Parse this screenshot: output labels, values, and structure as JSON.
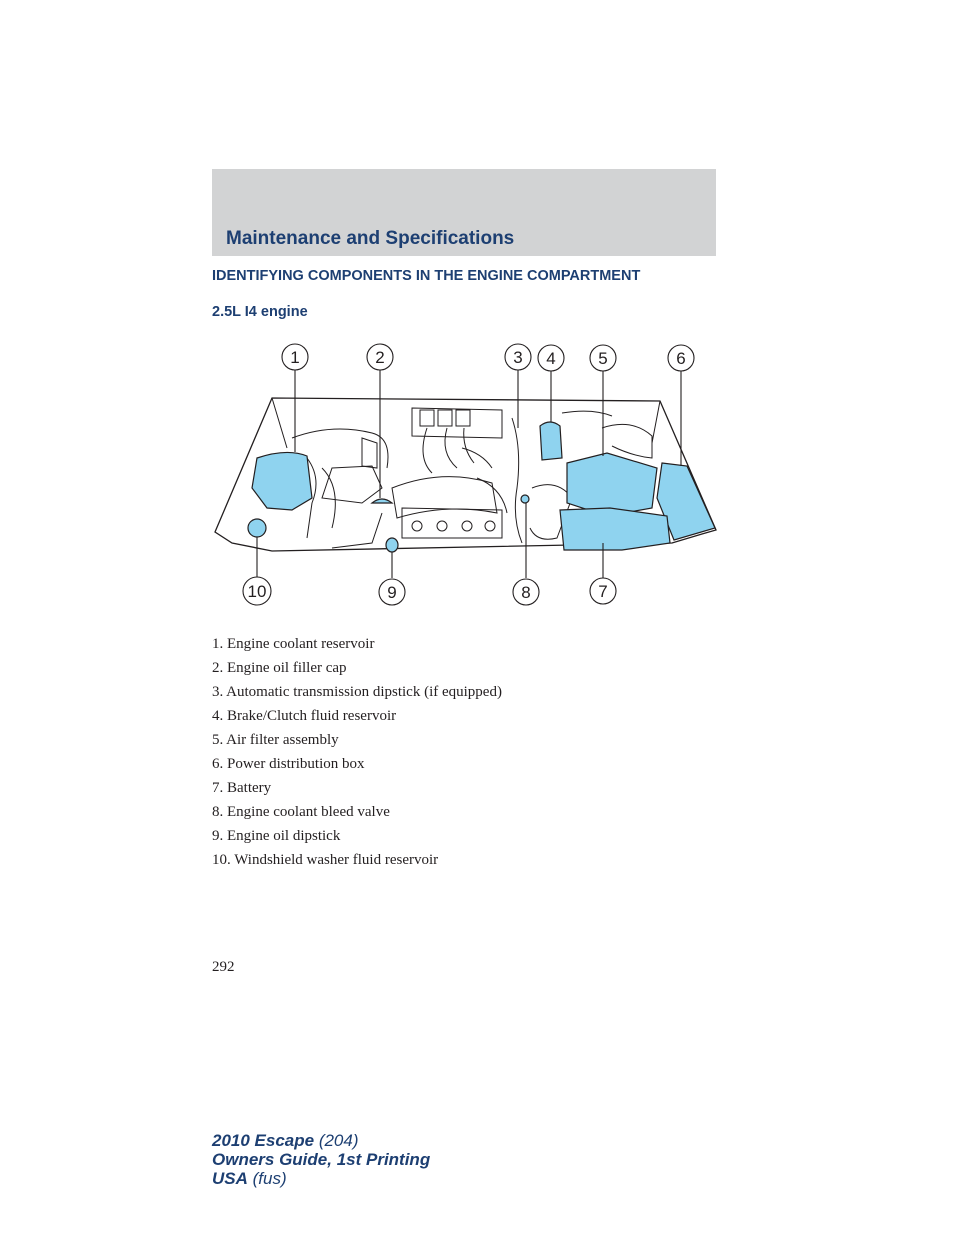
{
  "section_title": "Maintenance and Specifications",
  "heading": "IDENTIFYING COMPONENTS IN THE ENGINE COMPARTMENT",
  "subheading": "2.5L I4 engine",
  "diagram": {
    "callouts": [
      "1",
      "2",
      "3",
      "4",
      "5",
      "6",
      "7",
      "8",
      "9",
      "10"
    ]
  },
  "legend": [
    "1. Engine coolant reservoir",
    "2. Engine oil filler cap",
    "3. Automatic transmission dipstick (if equipped)",
    "4. Brake/Clutch fluid reservoir",
    "5. Air filter assembly",
    "6. Power distribution box",
    "7. Battery",
    "8. Engine coolant bleed valve",
    "9. Engine oil dipstick",
    "10. Windshield washer fluid reservoir"
  ],
  "page_number": "292",
  "footer": {
    "line1_bold": "2010 Escape",
    "line1_rest": " (204)",
    "line2_bold": "Owners Guide, 1st Printing",
    "line3_bold": "USA",
    "line3_rest": " (fus)"
  },
  "colors": {
    "header_band": "#d2d3d4",
    "title_text": "#1d3f72",
    "highlight": "#8fd3ef"
  }
}
